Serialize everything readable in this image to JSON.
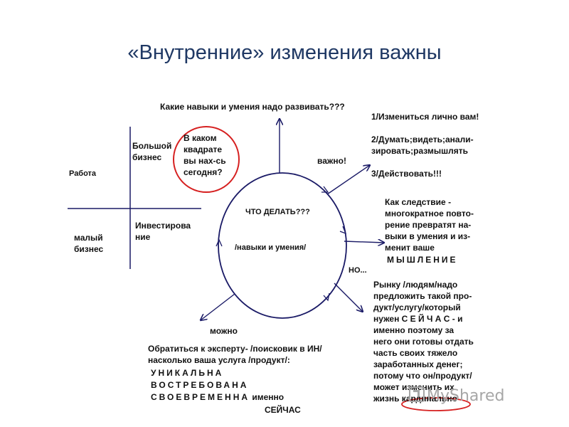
{
  "title": "«Внутренние» изменения важны",
  "labels": {
    "top_question": "Какие навыки и умения надо развивать???",
    "work": "Работа",
    "big_business": "Большой\nбизнес",
    "small_business": "малый\nбизнес",
    "investing": "Инвестирова\nние",
    "circled_question": "В каком\nквадрате\nвы нах-сь\nсегодня?",
    "center_question": "ЧТО ДЕЛАТЬ???",
    "center_skills": "/навыки и умения/",
    "important": "важно!",
    "but": "НО...",
    "possible": "можно",
    "steps": "1/Измениться лично вам!\n\n2/Думать;видеть;анали-\nзировать;размышлять\n\n3/Действовать!!!",
    "consequence": "Как следствие -\nмногократное повто-\nрение превратят на-\nвыки в умения и из-\nменит ваше",
    "thinking": "МЫШЛЕНИЕ",
    "market": "Рынку /людям/надо\nпредложить такой про-\nдукт/услугу/который\nнужен С Е Й Ч А С - и\nименно поэтому за\nнего они готовы отдать\nчасть своих тяжело\nзаработанных денег;\nпотому что он/продукт/\nможет изменить их\nжизнь кардинально",
    "expert": "Обратиться к эксперту- /поисковик в ИН/\nнасколько ваша услуга /продукт/:",
    "unique": "УНИКАЛЬНА",
    "demanded": "ВОСТРЕБОВАНА",
    "timely": "СВОЕВРЕМЕННА",
    "namely": " именно",
    "now": "СЕЙЧАС"
  },
  "watermark": "MyShared",
  "colors": {
    "title": "#1f3864",
    "lines": "#1a1a66",
    "highlight_circle": "#d62020",
    "watermark": "#a6a6a6"
  }
}
